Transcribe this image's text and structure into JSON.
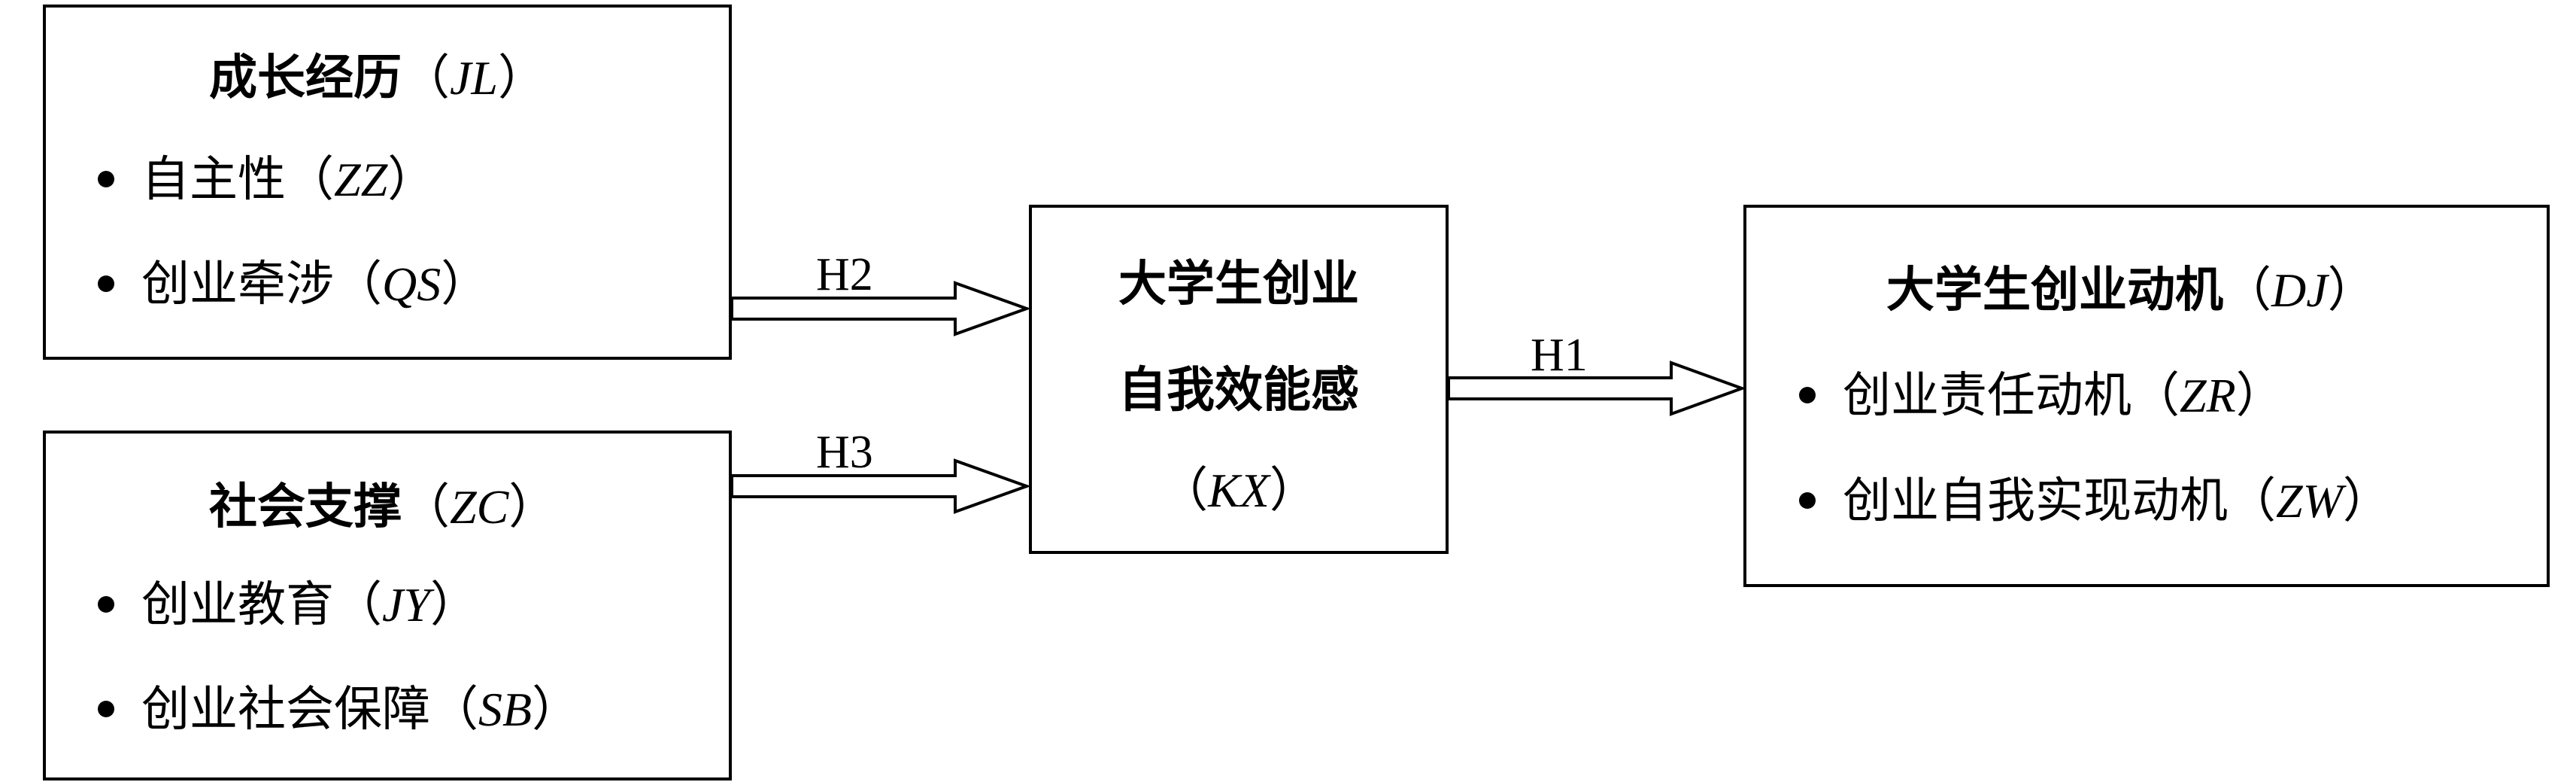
{
  "left_top_box": {
    "title": "成长经历",
    "abbr": "JL",
    "items": [
      {
        "label": "自主性",
        "abbr": "ZZ"
      },
      {
        "label": "创业牵涉",
        "abbr": "QS"
      }
    ]
  },
  "left_bottom_box": {
    "title": "社会支撑",
    "abbr": "ZC",
    "items": [
      {
        "label": "创业教育",
        "abbr": "JY"
      },
      {
        "label": "创业社会保障",
        "abbr": "SB"
      }
    ]
  },
  "center_box": {
    "line1": "大学生创业",
    "line2": "自我效能感",
    "abbr": "KX"
  },
  "right_box": {
    "title": "大学生创业动机",
    "abbr": "DJ",
    "items": [
      {
        "label": "创业责任动机",
        "abbr": "ZR"
      },
      {
        "label": "创业自我实现动机",
        "abbr": "ZW"
      }
    ]
  },
  "arrows": {
    "h1": "H1",
    "h2": "H2",
    "h3": "H3"
  }
}
